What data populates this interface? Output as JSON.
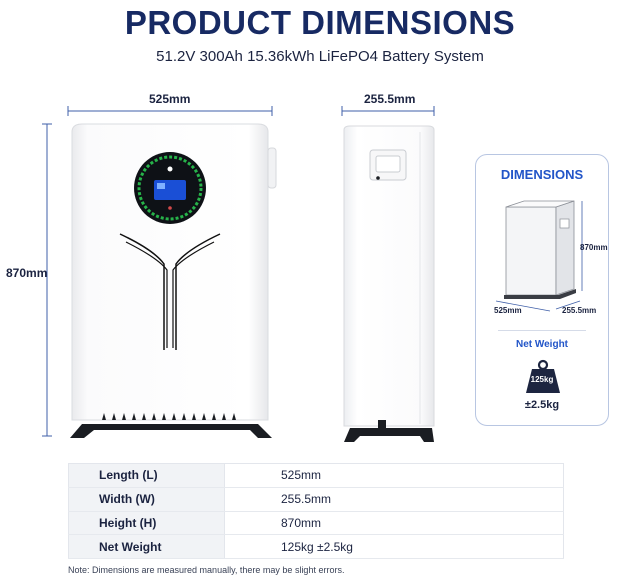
{
  "title": "PRODUCT DIMENSIONS",
  "subtitle": "51.2V 300Ah 15.36kWh LiFePO4 Battery System",
  "front_view": {
    "width_label": "525mm",
    "height_label": "870mm"
  },
  "side_view": {
    "depth_label": "255.5mm"
  },
  "card": {
    "title": "DIMENSIONS",
    "height": "870mm",
    "width": "525mm",
    "depth": "255.5mm",
    "weight_title": "Net Weight",
    "weight": "125kg",
    "tolerance": "±2.5kg"
  },
  "specs": [
    {
      "label": "Length (L)",
      "value": "525mm"
    },
    {
      "label": "Width (W)",
      "value": "255.5mm"
    },
    {
      "label": "Height (H)",
      "value": "870mm"
    },
    {
      "label": "Net Weight",
      "value": "125kg ±2.5kg"
    }
  ],
  "note": "Note: Dimensions are measured manually, there may be slight errors.",
  "colors": {
    "title": "#172a63",
    "accent": "#2255c8",
    "dim_line": "#3f5fa8",
    "screen": "#1a4fd6",
    "ring": "#27b34a"
  }
}
